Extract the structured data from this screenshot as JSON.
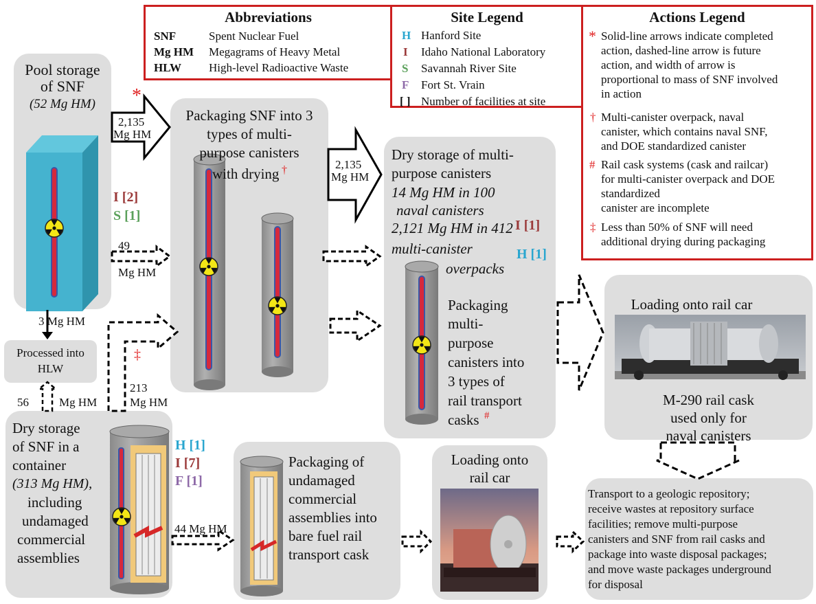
{
  "colors": {
    "legend_border": "#cc1f1f",
    "hanford": "#2aa6cf",
    "idaho": "#9b3a3a",
    "savannah": "#5aa05a",
    "fortstvrain": "#8e6aa8",
    "note_red": "#e02020",
    "box_gray": "#dedede"
  },
  "abbrev": {
    "title": "Abbreviations",
    "rows": [
      {
        "code": "SNF",
        "desc": "Spent Nuclear Fuel"
      },
      {
        "code": "Mg HM",
        "desc": "Megagrams of Heavy Metal"
      },
      {
        "code": "HLW",
        "desc": "High-level Radioactive Waste"
      }
    ]
  },
  "site_legend": {
    "title": "Site Legend",
    "rows": [
      {
        "sym": "H",
        "desc": "Hanford Site"
      },
      {
        "sym": "I",
        "desc": "Idaho National Laboratory"
      },
      {
        "sym": "S",
        "desc": "Savannah River Site"
      },
      {
        "sym": "F",
        "desc": "Fort St. Vrain"
      },
      {
        "sym": "[ ]",
        "desc": "Number of facilities at site"
      }
    ]
  },
  "actions_legend": {
    "title": "Actions Legend",
    "items": [
      {
        "sym": "*",
        "lines": [
          "Solid-line arrows indicate completed",
          "action, dashed-line arrow is future",
          "action, and width of arrow is",
          "proportional to mass of SNF involved",
          "in action"
        ]
      },
      {
        "sym": "†",
        "lines": [
          "Multi-canister overpack, naval",
          "canister, which contains naval SNF,",
          "and DOE standardized canister"
        ]
      },
      {
        "sym": "#",
        "lines": [
          "Rail cask systems (cask and railcar)",
          "for multi-canister overpack and DOE",
          "standardized",
          "canister are incomplete"
        ]
      },
      {
        "sym": "‡",
        "lines": [
          "Less than 50% of SNF will need",
          "additional drying during packaging"
        ]
      }
    ]
  },
  "pool": {
    "line1": "Pool storage",
    "line2": "of SNF",
    "mass": "(52 Mg HM)",
    "site1": "I [2]",
    "site2": "S [1]"
  },
  "packaging": {
    "line1": "Packaging SNF into 3",
    "line2": "types of multi-",
    "line3": "purpose canisters",
    "line4": "with drying",
    "mark": "†"
  },
  "drystorage": {
    "line1": "Dry storage of multi-",
    "line2": "purpose canisters",
    "naval1": "14 Mg HM in 100",
    "naval2": "naval canisters",
    "mco1": "2,121 Mg HM in 412",
    "mco2": "multi-canister",
    "mco3": "overpacks",
    "site_i": "I [1]",
    "site_h": "H [1]",
    "pk1": "Packaging",
    "pk2": "multi-",
    "pk3": "purpose",
    "pk4": "canisters into",
    "pk5": "3 types of",
    "pk6": "rail transport",
    "pk7": "casks",
    "pk_mark": "#"
  },
  "railcar1": {
    "title": "Loading onto rail car",
    "cap1": "M-290 rail cask",
    "cap2": "used only for",
    "cap3": "naval canisters"
  },
  "hlw": {
    "line1": "Processed into",
    "line2": "HLW"
  },
  "drycontainer": {
    "line1": "Dry storage",
    "line2": "of SNF in a",
    "line3": "container",
    "mass": "(313 Mg HM),",
    "line4": "including",
    "line5": "undamaged",
    "line6": "commercial",
    "line7": "assemblies",
    "site_h": "H [1]",
    "site_i": "I [7]",
    "site_f": "F [1]"
  },
  "barefuel": {
    "line1": "Packaging of",
    "line2": "undamaged",
    "line3": "commercial",
    "line4": "assemblies into",
    "line5": "bare fuel rail",
    "line6": "transport cask"
  },
  "railcar2": {
    "line1": "Loading onto",
    "line2": "rail car"
  },
  "repository": {
    "lines": [
      "Transport to a geologic repository;",
      "receive wastes at repository surface",
      "facilities; remove multi-purpose",
      "canisters and SNF from rail casks and",
      "package into waste disposal packages;",
      "and move waste packages underground",
      "for disposal"
    ]
  },
  "flows": {
    "star": "*",
    "a1_l1": "2,135",
    "a1_l2": "Mg HM",
    "a2_l1": "2,135",
    "a2_l2": "Mg HM",
    "a3_l1": "49",
    "a3_l2": "Mg HM",
    "a4": "3 Mg HM",
    "a5_l1": "56",
    "a5_l2": "Mg HM",
    "a6_mark": "‡",
    "a6_l1": "213",
    "a6_l2": "Mg HM",
    "a7": "44 Mg HM"
  }
}
